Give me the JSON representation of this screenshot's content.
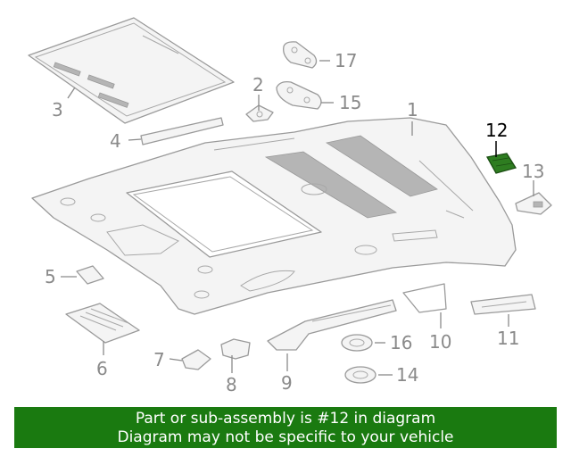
{
  "callouts": {
    "c1": "1",
    "c2": "2",
    "c3": "3",
    "c4": "4",
    "c5": "5",
    "c6": "6",
    "c7": "7",
    "c8": "8",
    "c9": "9",
    "c10": "10",
    "c11": "11",
    "c12": "12",
    "c13": "13",
    "c14": "14",
    "c15": "15",
    "c16": "16",
    "c17": "17"
  },
  "highlighted_part": "12",
  "colors": {
    "highlight": "#2e7d20",
    "banner": "#1a7a10",
    "line_art": "#9a9a9a"
  },
  "banner": {
    "line1": "Part or sub-assembly is #12 in diagram",
    "line2": "Diagram may not be specific to your vehicle"
  }
}
